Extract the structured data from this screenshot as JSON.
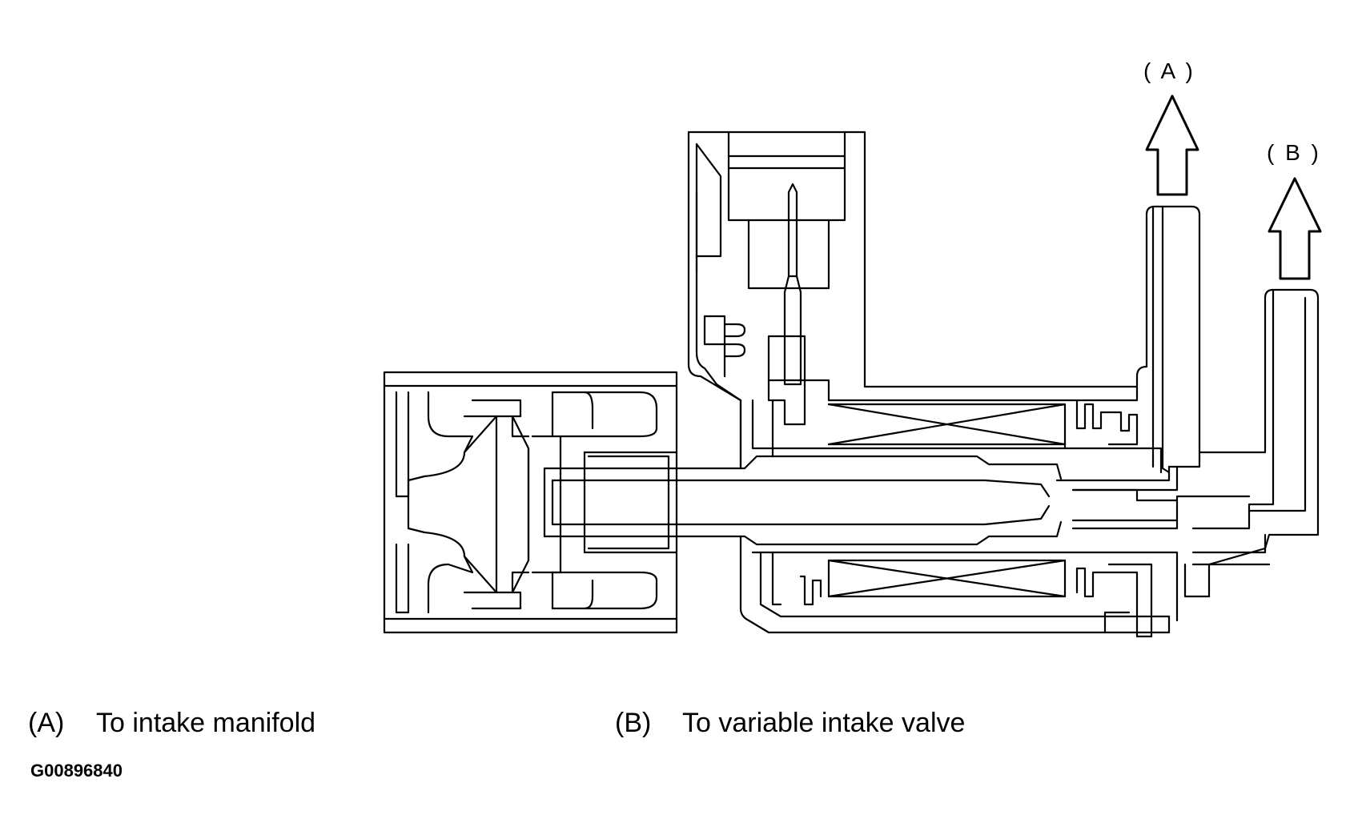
{
  "callouts": {
    "a": "( A )",
    "b": "( B )"
  },
  "legend": {
    "a_key": "(A)",
    "a_text": "To intake manifold",
    "b_key": "(B)",
    "b_text": "To variable intake valve"
  },
  "figure_id": "G00896840",
  "colors": {
    "line": "#000000",
    "background": "#ffffff"
  }
}
